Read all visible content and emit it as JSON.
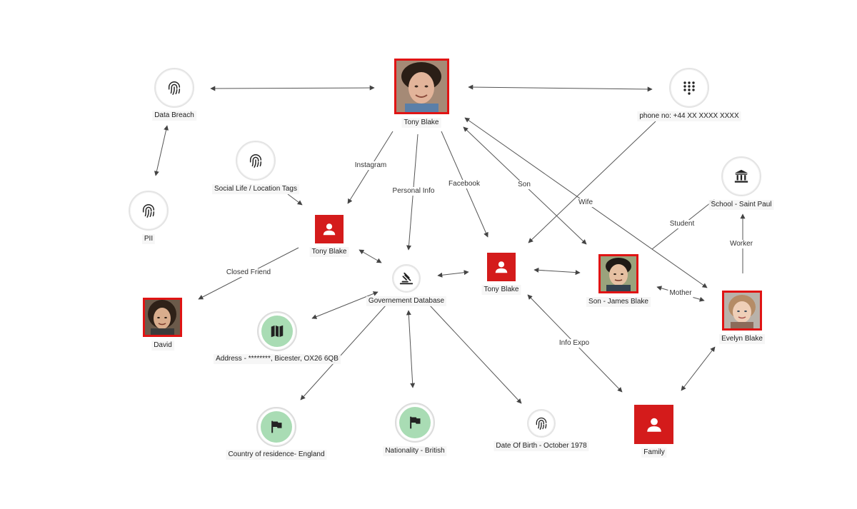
{
  "nodes": {
    "tony_main": "Tony Blake",
    "data_breach": "Data Breach",
    "pii": "PII",
    "social_life": "Social Life / Location Tags",
    "phone": "phone no: +44 XX XXXX XXXX",
    "school": "School - Saint Paul",
    "tony_instagram": "Tony Blake",
    "tony_facebook": "Tony Blake",
    "gov_db": "Governement Database",
    "david": "David",
    "address": "Address - ********, Bicester, OX26 6QB",
    "country": "Country of residence- England",
    "nationality": "Nationality - British",
    "dob": "Date Of Birth - October 1978",
    "son": "Son - James Blake",
    "evelyn": "Evelyn Blake",
    "family": "Family"
  },
  "edges": {
    "instagram": "Instagram",
    "personal_info": "Personal Info",
    "facebook": "Facebook",
    "son": "Son",
    "wife": "Wife",
    "student": "Student",
    "worker": "Worker",
    "closed_friend": "Closed Friend",
    "mother": "Mother",
    "info_expo": "Info Expo"
  },
  "icons": {
    "fingerprint": "fingerprint-icon",
    "dialpad": "dialpad-icon",
    "bank": "institution-icon",
    "person": "person-icon",
    "gavel": "gavel-icon",
    "map": "map-icon",
    "flag": "flag-icon"
  },
  "colors": {
    "entity_red": "#d41b1b",
    "green_fill": "#a9dcb4",
    "edge": "#444444"
  }
}
